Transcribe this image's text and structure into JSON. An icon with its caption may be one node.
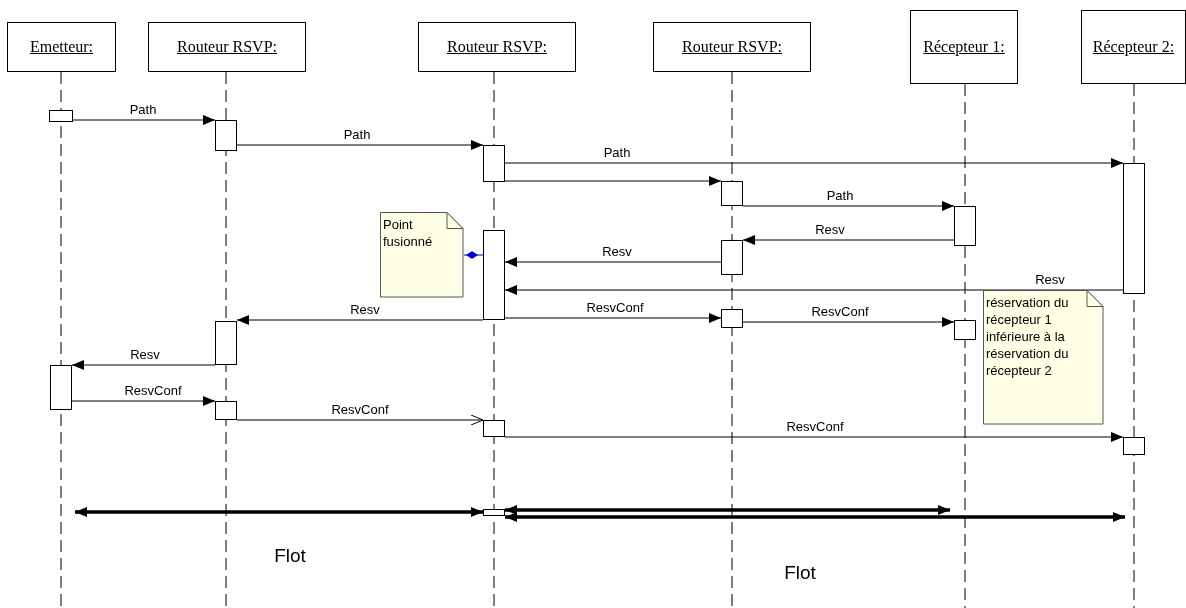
{
  "diagram": {
    "nodes": [
      {
        "text": [
          "Emetteur:"
        ]
      },
      {
        "text": [
          "Routeur RSVP:"
        ]
      },
      {
        "text": [
          "Routeur RSVP:"
        ]
      },
      {
        "text": [
          "Routeur RSVP:"
        ]
      },
      {
        "text": [
          "Récepteur 1:"
        ]
      },
      {
        "text": [
          "Récepteur 2:"
        ]
      },
      {
        "text": [
          "Point fusionné"
        ]
      },
      {
        "text": [
          "réservation du récepteur 1 inférieure à la réservation du récepteur 2"
        ]
      },
      {
        "text": [],
        "shape": "bar"
      },
      {
        "text": [],
        "shape": "bar"
      },
      {
        "text": [],
        "shape": "bar"
      },
      {
        "text": [],
        "shape": "bar"
      },
      {
        "text": [],
        "shape": "bar"
      },
      {
        "text": [],
        "shape": "bar"
      },
      {
        "text": [],
        "shape": "bar"
      },
      {
        "text": [],
        "shape": "bar"
      },
      {
        "text": [],
        "shape": "bar"
      },
      {
        "text": [],
        "shape": "bar"
      },
      {
        "text": [],
        "shape": "bar"
      },
      {
        "text": [],
        "shape": "bar"
      },
      {
        "text": [],
        "shape": "bar"
      },
      {
        "text": [],
        "shape": "bar"
      },
      {
        "text": [],
        "shape": "bar"
      },
      {
        "text": [],
        "shape": "bar"
      }
    ],
    "edges": [
      {
        "from": 8,
        "to": 9,
        "arrow": "to",
        "label": "Path"
      },
      {
        "from": 9,
        "to": 10,
        "arrow": "to",
        "label": "Path"
      },
      {
        "from": 10,
        "to": 13,
        "arrow": "to",
        "label": "Path"
      },
      {
        "from": 10,
        "to": 11,
        "arrow": "to"
      },
      {
        "from": 11,
        "to": 12,
        "arrow": "to",
        "label": "Path"
      },
      {
        "from": 13,
        "to": 14,
        "arrow": "to",
        "label": "Resv"
      },
      {
        "from": 12,
        "to": 15,
        "arrow": "to",
        "label": "Resv"
      },
      {
        "from": 15,
        "to": 14,
        "arrow": "to",
        "label": "Resv"
      },
      {
        "from": 14,
        "to": 16,
        "arrow": "to",
        "label": "ResvConf"
      },
      {
        "from": 16,
        "to": 17,
        "arrow": "to",
        "label": "ResvConf"
      },
      {
        "from": 14,
        "to": 18,
        "arrow": "to",
        "label": "Resv"
      },
      {
        "from": 18,
        "to": 19,
        "arrow": "to",
        "label": "Resv"
      },
      {
        "from": 19,
        "to": 20,
        "arrow": "to",
        "label": "ResvConf"
      },
      {
        "from": 20,
        "to": 21,
        "arrow": "to",
        "label": "ResvConf"
      },
      {
        "from": 21,
        "to": 22,
        "arrow": "to",
        "label": "ResvConf"
      },
      {
        "from": null,
        "to": 23,
        "arrow": "both",
        "style": "thick",
        "label": "Flot"
      },
      {
        "from": 23,
        "to": null,
        "arrow": "both",
        "style": "thick"
      },
      {
        "from": 23,
        "to": null,
        "arrow": "both",
        "style": "thick",
        "label": "Flot"
      },
      {
        "from": 6,
        "to": 14,
        "arrow": "other",
        "color": "#0000cc"
      }
    ]
  }
}
